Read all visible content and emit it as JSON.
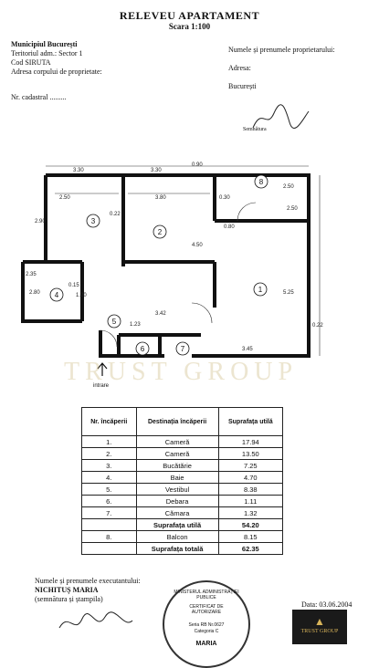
{
  "header": {
    "title": "RELEVEU APARTAMENT",
    "scale": "Scara 1:100",
    "municipality": "Municipiul București",
    "territory": "Teritoriul adm.: Sector 1",
    "siruta": "Cod SIRUTA",
    "address": "Adresa corpului de proprietate:",
    "cadastral": "Nr. cadastral .........",
    "owner_label": "Numele și prenumele proprietarului:",
    "owner_address": "Adresa:",
    "owner_city": "București",
    "signature_label": "Semnătura"
  },
  "plan": {
    "dims": [
      "3.30",
      "0.90",
      "2.50",
      "3.80",
      "0.30",
      "2.50",
      "2.90",
      "0.22",
      "4.50",
      "5.25",
      "2.35",
      "0.15",
      "1.20",
      "2.80",
      "1.23",
      "3.42",
      "3.45",
      "0.22",
      "0.80",
      "2.50"
    ],
    "rooms": [
      "1",
      "2",
      "3",
      "4",
      "5",
      "6",
      "7",
      "8"
    ],
    "entrance": "intrare"
  },
  "table": {
    "headers": [
      "Nr. încăperii",
      "Destinația încăperii",
      "Suprafața utilă"
    ],
    "rows": [
      {
        "nr": "1.",
        "name": "Cameră",
        "area": "17.94"
      },
      {
        "nr": "2.",
        "name": "Cameră",
        "area": "13.50"
      },
      {
        "nr": "3.",
        "name": "Bucătărie",
        "area": "7.25"
      },
      {
        "nr": "4.",
        "name": "Baie",
        "area": "4.70"
      },
      {
        "nr": "5.",
        "name": "Vestibul",
        "area": "8.38"
      },
      {
        "nr": "6.",
        "name": "Debara",
        "area": "1.11"
      },
      {
        "nr": "7.",
        "name": "Cămara",
        "area": "1.32"
      }
    ],
    "useful_label": "Suprafața utilă",
    "useful_value": "54.20",
    "balcony_nr": "8.",
    "balcony_label": "Balcon",
    "balcony_value": "8.15",
    "total_label": "Suprafața totală",
    "total_value": "62.35"
  },
  "footer": {
    "executor_label": "Numele și prenumele executantului:",
    "executor_name": "NICHITUȘ MARIA",
    "signature_stamp": "(semnătura și ștampila)",
    "date": "Data: 03.06.2004",
    "stamp_top": "MINISTERUL ADMINISTRAȚIEI PUBLICE",
    "stamp_cert": "CERTIFICAT DE AUTORIZARE",
    "stamp_series": "Seria RB Nr.0627",
    "stamp_cat": "Categoria C",
    "stamp_name": "MARIA"
  },
  "watermark": "TRUST GROUP",
  "badge": {
    "line1": "TRUST GROUP"
  }
}
